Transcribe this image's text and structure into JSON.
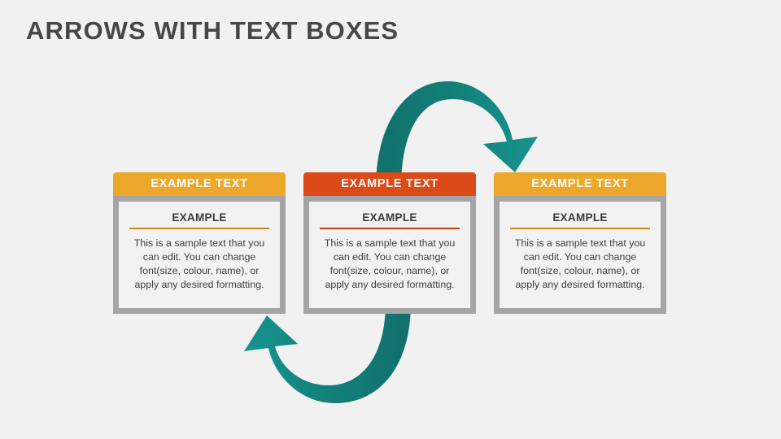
{
  "slide": {
    "title": "ARROWS WITH TEXT BOXES",
    "background_color": "#F1F1F1",
    "title_color": "#474747"
  },
  "palette": {
    "amber": "#EDA82C",
    "red_orange": "#DC4A18",
    "teal_dark": "#127670",
    "teal_light": "#159089",
    "frame_gray": "#A5A5A5",
    "panel_gray": "#F2F2F2",
    "text_gray": "#3F3F3F"
  },
  "cards": [
    {
      "header": "EXAMPLE TEXT",
      "header_color": "#EDA82C",
      "subtitle": "EXAMPLE",
      "rule_color": "#C8891B",
      "body": "This is a sample text that you can edit. You can change font(size, colour, name), or apply any desired formatting."
    },
    {
      "header": "EXAMPLE TEXT",
      "header_color": "#DC4A18",
      "subtitle": "EXAMPLE",
      "rule_color": "#BF3E15",
      "body": "This is a sample text that you can edit. You can change font(size, colour, name), or apply any desired formatting."
    },
    {
      "header": "EXAMPLE TEXT",
      "header_color": "#EDA82C",
      "subtitle": "EXAMPLE",
      "rule_color": "#C8891B",
      "body": "This is a sample text that you can edit. You can change font(size, colour, name), or apply any desired formatting."
    }
  ],
  "arrows": [
    {
      "name": "top-curved-arrow-right",
      "direction": "middle-to-right",
      "color_dark": "#127670",
      "color_light": "#159089",
      "points_to": "card-2"
    },
    {
      "name": "bottom-curved-arrow-left",
      "direction": "middle-to-left",
      "color_dark": "#127670",
      "color_light": "#159089",
      "points_to": "card-0"
    }
  ]
}
